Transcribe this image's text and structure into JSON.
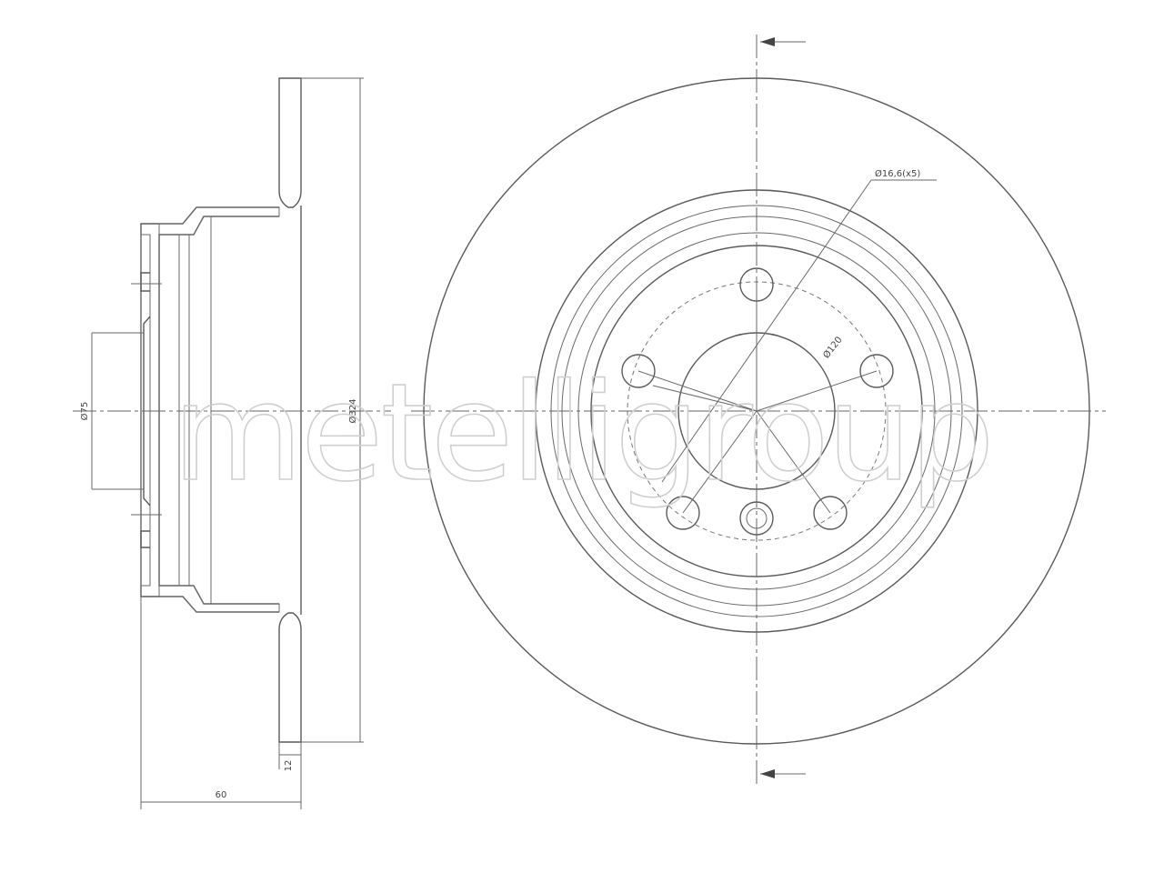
{
  "watermark": "metelligroup",
  "dimensions": {
    "hub_bore": "Ø75",
    "outer_diameter": "Ø324",
    "disc_thickness": "12",
    "overall_height": "60",
    "bolt_circle": "Ø120",
    "bolt_holes": "Ø16,6(x5)"
  },
  "colors": {
    "line": "#5a5a5a",
    "hatch": "#8a8a8a",
    "watermark": "#cfcfcf"
  }
}
